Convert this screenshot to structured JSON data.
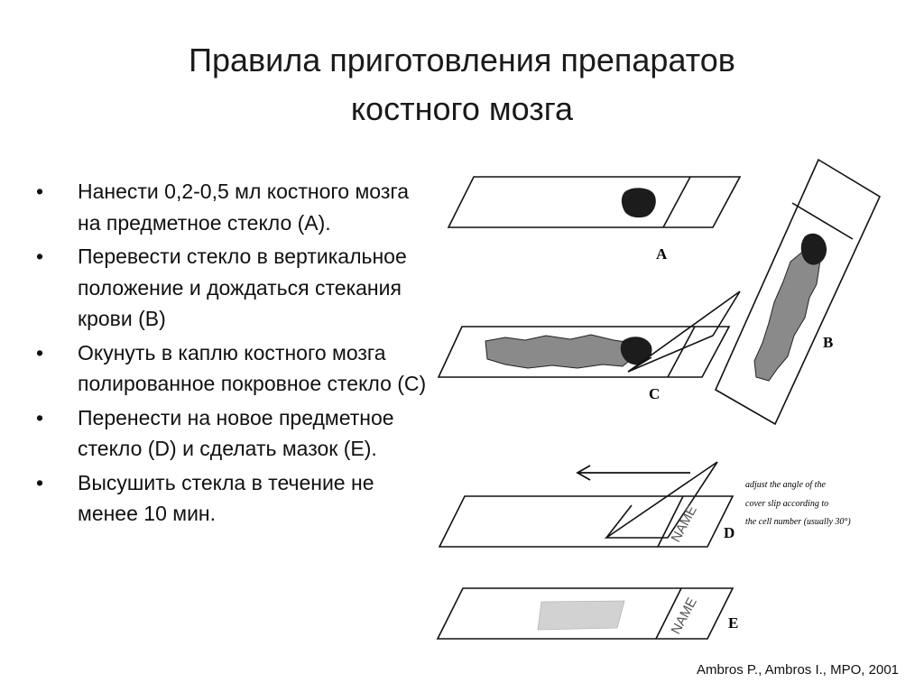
{
  "title": {
    "line1": "Правила приготовления препаратов",
    "line2": "костного мозга"
  },
  "bullet_glyph": "•",
  "bullets": [
    "Нанести 0,2-0,5  мл костного мозга на предметное стекло (А).",
    "Перевести стекло в вертикальное положение и дождаться стекания крови (В)",
    "Окунуть в каплю костного мозга полированное покровное стекло (С)",
    "Перенести на новое предметное стекло (D) и сделать мазок (Е).",
    "Высушить стекла в течение не менее 10 мин."
  ],
  "figure": {
    "labels": {
      "a": "A",
      "b": "B",
      "c": "C",
      "d": "D",
      "e": "E"
    },
    "slide_label": "NAME",
    "note_lines": [
      "adjust the angle of the",
      "cover slip according to",
      "the cell number (usually 30°)"
    ],
    "colors": {
      "marrow_drop": "#1c1c1c",
      "smear_gray": "#8a8a8a",
      "smear_light": "#d2d2d2",
      "line": "#111111"
    }
  },
  "citation": "Ambros P., Ambros I., MPO, 2001"
}
